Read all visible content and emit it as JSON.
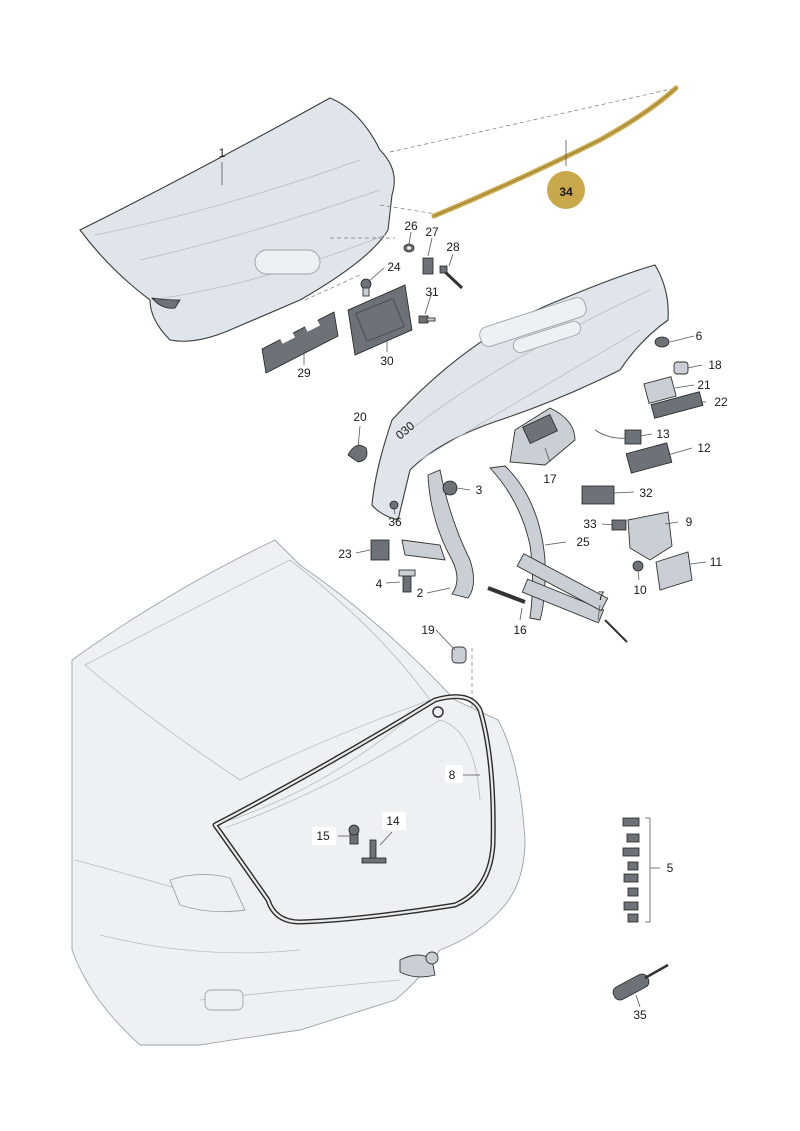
{
  "callouts": {
    "c1": "1",
    "c2": "2",
    "c3": "3",
    "c4": "4",
    "c5": "5",
    "c6": "6",
    "c7": "7",
    "c8": "8",
    "c9": "9",
    "c10": "10",
    "c11": "11",
    "c12": "12",
    "c13": "13",
    "c14": "14",
    "c15": "15",
    "c16": "16",
    "c17": "17",
    "c18": "18",
    "c19": "19",
    "c20": "20",
    "c21": "21",
    "c22": "22",
    "c23": "23",
    "c24": "24",
    "c25": "25",
    "c26": "26",
    "c27": "27",
    "c28": "28",
    "c29": "29",
    "c30": "30",
    "c31": "31",
    "c32": "32",
    "c33": "33",
    "c34": "34",
    "c35": "35",
    "c36": "36"
  },
  "highlight": {
    "callout": "34",
    "color": "#c9a84c",
    "text_color": "#ffffff",
    "seal_color": "#c9a84c"
  }
}
